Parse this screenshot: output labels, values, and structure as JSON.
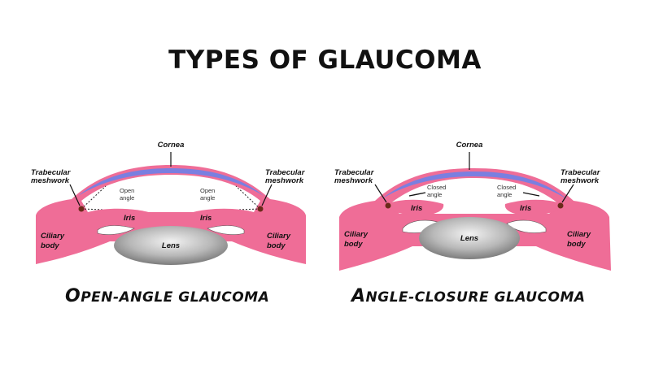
{
  "title": "TYPES OF GLAUCOMA",
  "colors": {
    "tissue": "#ef6d97",
    "tissue_light": "#f6a7c0",
    "cornea_blue": "#7a7fe0",
    "lens_gray": "#8f8f8f",
    "meshwork_dot": "#6a2a1a"
  },
  "open": {
    "caption_first": "O",
    "caption_rest": "PEN-ANGLE GLAUCOMA",
    "cornea": "Cornea",
    "meshwork_left_1": "Trabecular",
    "meshwork_left_2": "meshwork",
    "meshwork_right_1": "Trabecular",
    "meshwork_right_2": "meshwork",
    "angle_left_1": "Open",
    "angle_left_2": "angle",
    "angle_right_1": "Open",
    "angle_right_2": "angle",
    "iris_left": "Iris",
    "iris_right": "Iris",
    "lens": "Lens",
    "ciliary_left_1": "Ciliary",
    "ciliary_left_2": "body",
    "ciliary_right_1": "Ciliary",
    "ciliary_right_2": "body"
  },
  "closed": {
    "caption_first": "A",
    "caption_rest": "NGLE-CLOSURE GLAUCOMA",
    "cornea": "Cornea",
    "meshwork_left_1": "Trabecular",
    "meshwork_left_2": "meshwork",
    "meshwork_right_1": "Trabecular",
    "meshwork_right_2": "meshwork",
    "angle_left_1": "Closed",
    "angle_left_2": "angle",
    "angle_right_1": "Closed",
    "angle_right_2": "angle",
    "iris_left": "Iris",
    "iris_right": "Iris",
    "lens": "Lens",
    "ciliary_left_1": "Ciliary",
    "ciliary_left_2": "body",
    "ciliary_right_1": "Ciliary",
    "ciliary_right_2": "body"
  }
}
